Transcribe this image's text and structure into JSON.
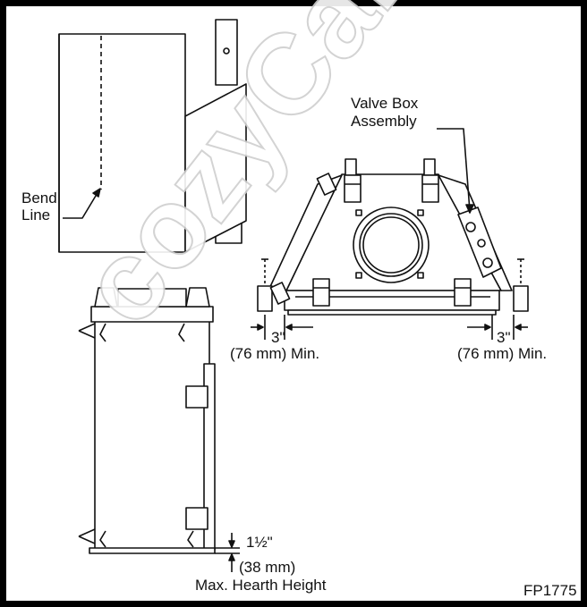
{
  "figure": {
    "labels": {
      "bend_line_1": "Bend",
      "bend_line_2": "Line",
      "valve_box_1": "Valve Box",
      "valve_box_2": "Assembly",
      "left_clearance": "3\"",
      "left_clearance_metric": "(76 mm) Min.",
      "right_clearance": "3\"",
      "right_clearance_metric": "(76 mm) Min.",
      "hearth_height": "1½\"",
      "hearth_height_metric": "(38 mm)",
      "hearth_caption": "Max. Hearth Height",
      "figure_id": "FP1775"
    },
    "watermark": "cozyCabin.com"
  },
  "colors": {
    "line": "#111111",
    "frame": "#000000",
    "watermark_outline": "#cfcfcf"
  }
}
